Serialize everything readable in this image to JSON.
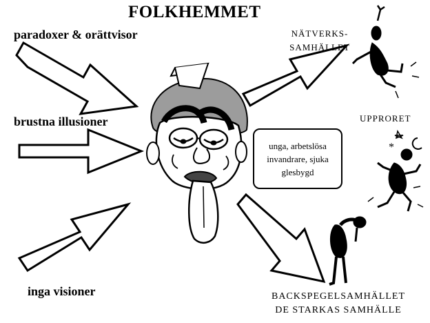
{
  "title": "FOLKHEMMET",
  "inputs": {
    "top": "paradoxer & orättvisor",
    "middle": "brustna illusioner",
    "bottom": "inga visioner"
  },
  "outcomes": {
    "top_line1": "NÄTVERKS-",
    "top_line2": "SAMHÄLLET",
    "middle": "UPPRORET",
    "bottom_line1": "BACKSPEGELSAMHÄLLET",
    "bottom_line2": "DE STARKAS SAMHÄLLE"
  },
  "box": {
    "text": "unga, arbetslösa\ninvandrare, sjuka\nglesbygd"
  }
}
